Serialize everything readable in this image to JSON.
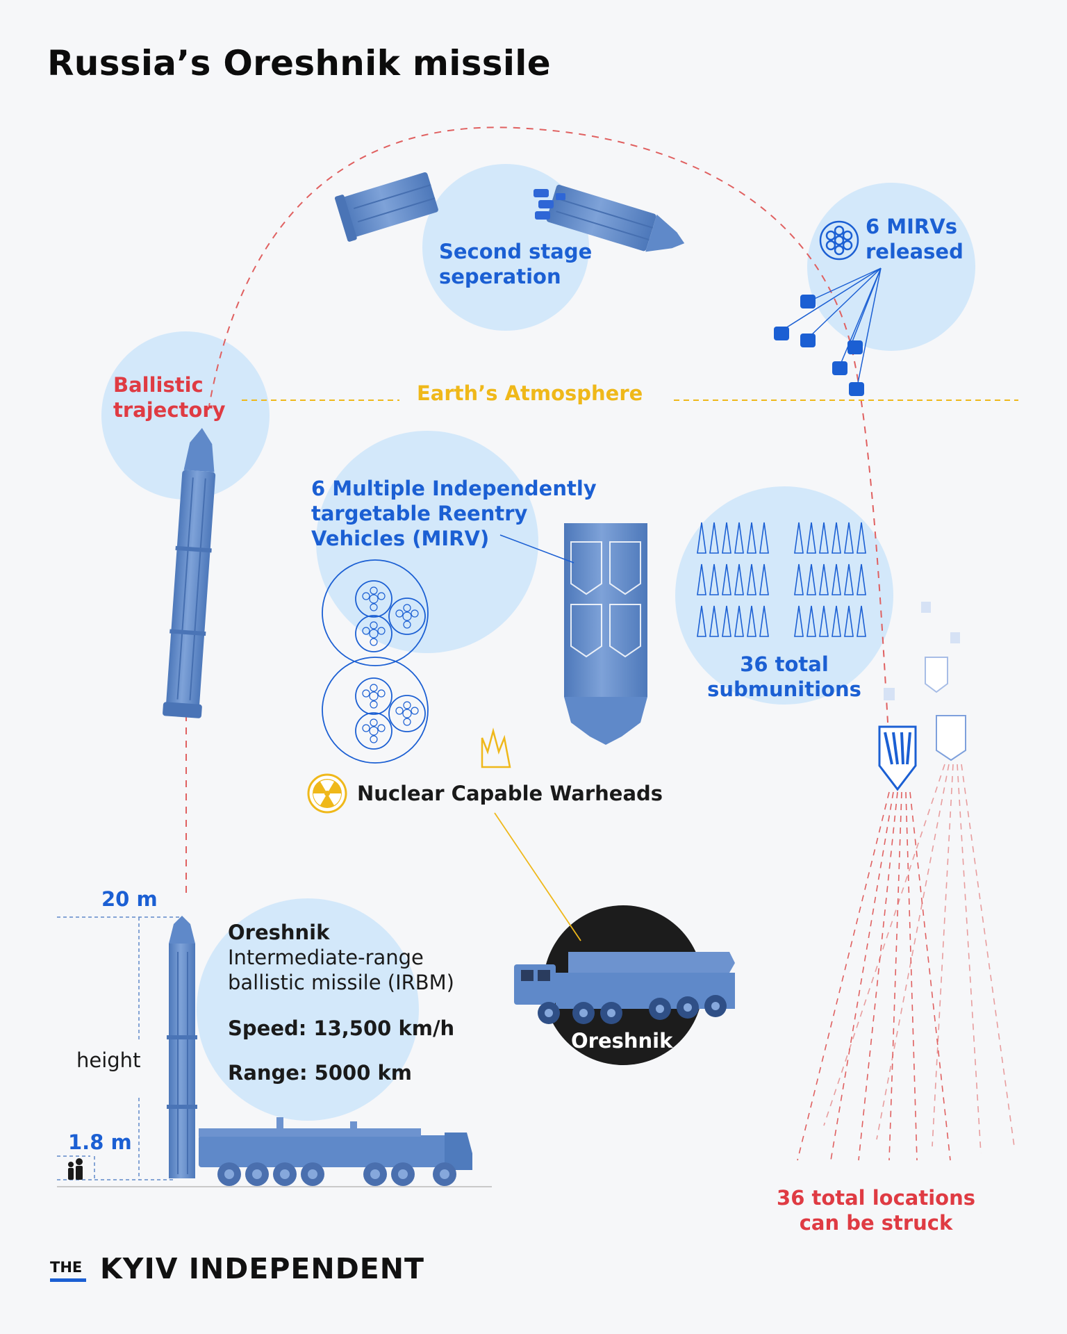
{
  "title": "Russia’s Oreshnik missile",
  "trajectory": {
    "ballistic": [
      "Ballistic",
      "trajectory"
    ],
    "atmosphere": "Earth’s Atmosphere"
  },
  "stages": {
    "separation": [
      "Second stage",
      "seperation"
    ],
    "mirvs_released": [
      "6 MIRVs",
      "released"
    ]
  },
  "mirv": {
    "label": [
      "6 Multiple Independently",
      "targetable Reentry",
      "Vehicles (MIRV)"
    ],
    "submunitions": [
      "36 total",
      "submunitions"
    ],
    "nuclear": "Nuclear Capable Warheads"
  },
  "specs": {
    "top_height": "20 m",
    "height_label": "height",
    "person_height": "1.8 m",
    "name": "Oreshnik",
    "type": [
      "Intermediate-range",
      "ballistic missile (IRBM)"
    ],
    "speed": "Speed: 13,500 km/h",
    "range": "Range: 5000 km",
    "launcher_label": "Oreshnik"
  },
  "impact": [
    "36 total locations",
    "can be struck"
  ],
  "footer": {
    "the": "THE",
    "brand": "KYIV INDEPENDENT"
  },
  "colors": {
    "background": "#f6f7f9",
    "circle": "#d3e8fa",
    "blue_text": "#1b5fd3",
    "red_text": "#df3b43",
    "yellow": "#efb81a",
    "missile": "#5f89c9",
    "dark_circle": "#1c1c1c"
  },
  "icons": [
    "radiation-icon",
    "crown-warhead-icon",
    "mirv-bundle-icon",
    "person-silhouette-icon",
    "truck-launcher-icon"
  ]
}
